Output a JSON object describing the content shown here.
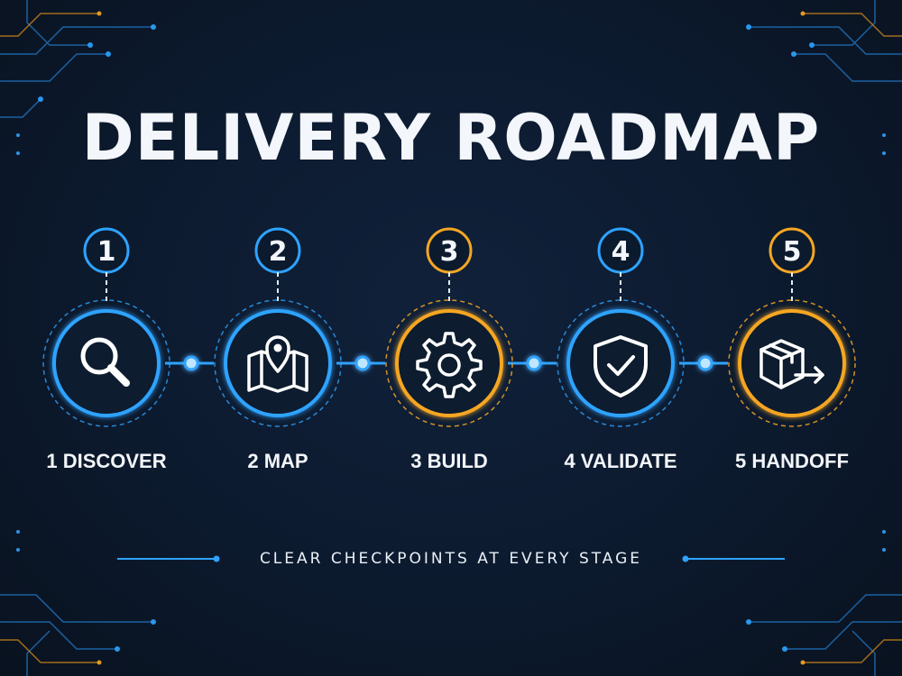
{
  "title": "DELIVERY ROADMAP",
  "tagline": "CLEAR CHECKPOINTS AT EVERY STAGE",
  "colors": {
    "blue": "#2ea3ff",
    "orange": "#f5a623",
    "background": "#0b1628",
    "text": "#f3f6fa"
  },
  "steps": [
    {
      "number": "1",
      "label": "1 DISCOVER",
      "icon": "magnifier-icon",
      "accent": "blue"
    },
    {
      "number": "2",
      "label": "2 MAP",
      "icon": "map-pin-icon",
      "accent": "blue"
    },
    {
      "number": "3",
      "label": "3 BUILD",
      "icon": "gear-icon",
      "accent": "orange"
    },
    {
      "number": "4",
      "label": "4 VALIDATE",
      "icon": "shield-check-icon",
      "accent": "blue"
    },
    {
      "number": "5",
      "label": "5 HANDOFF",
      "icon": "box-arrow-icon",
      "accent": "orange"
    }
  ]
}
